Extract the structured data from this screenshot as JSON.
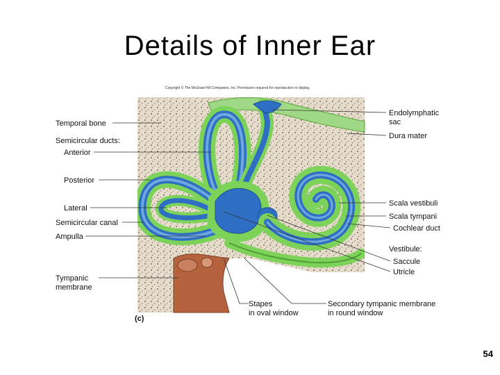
{
  "title": "Details of Inner Ear",
  "copyright": "Copyright © The McGraw-Hill Companies, Inc. Permission required for reproduction or display.",
  "panel_label": "(c)",
  "page_number": "54",
  "labels_left": {
    "temporal_bone": "Temporal bone",
    "semicircular_ducts": "Semicircular ducts:",
    "anterior": "Anterior",
    "posterior": "Posterior",
    "lateral": "Lateral",
    "semicircular_canal": "Semicircular canal",
    "ampulla": "Ampulla",
    "tympanic_1": "Tympanic",
    "tympanic_2": "membrane"
  },
  "labels_right": {
    "endolymphatic_1": "Endolymphatic",
    "endolymphatic_2": "sac",
    "dura_mater": "Dura mater",
    "scala_vestibuli": "Scala vestibuli",
    "scala_tympani": "Scala tympani",
    "cochlear_duct": "Cochlear duct",
    "vestibule": "Vestibule:",
    "saccule": "Saccule",
    "utricle": "Utricle"
  },
  "labels_bottom": {
    "stapes_1": "Stapes",
    "stapes_2": "in oval window",
    "secondary_1": "Secondary tympanic membrane",
    "secondary_2": "in round window"
  },
  "colors": {
    "bone": "#e6dccb",
    "bone_dots": "#8d806c",
    "perilymph_green": "#7dd35a",
    "duct_blue": "#2e6fc4",
    "duct_light": "#6fa8e0",
    "dura": "#9fd985",
    "middle_ear": "#b5623f"
  }
}
